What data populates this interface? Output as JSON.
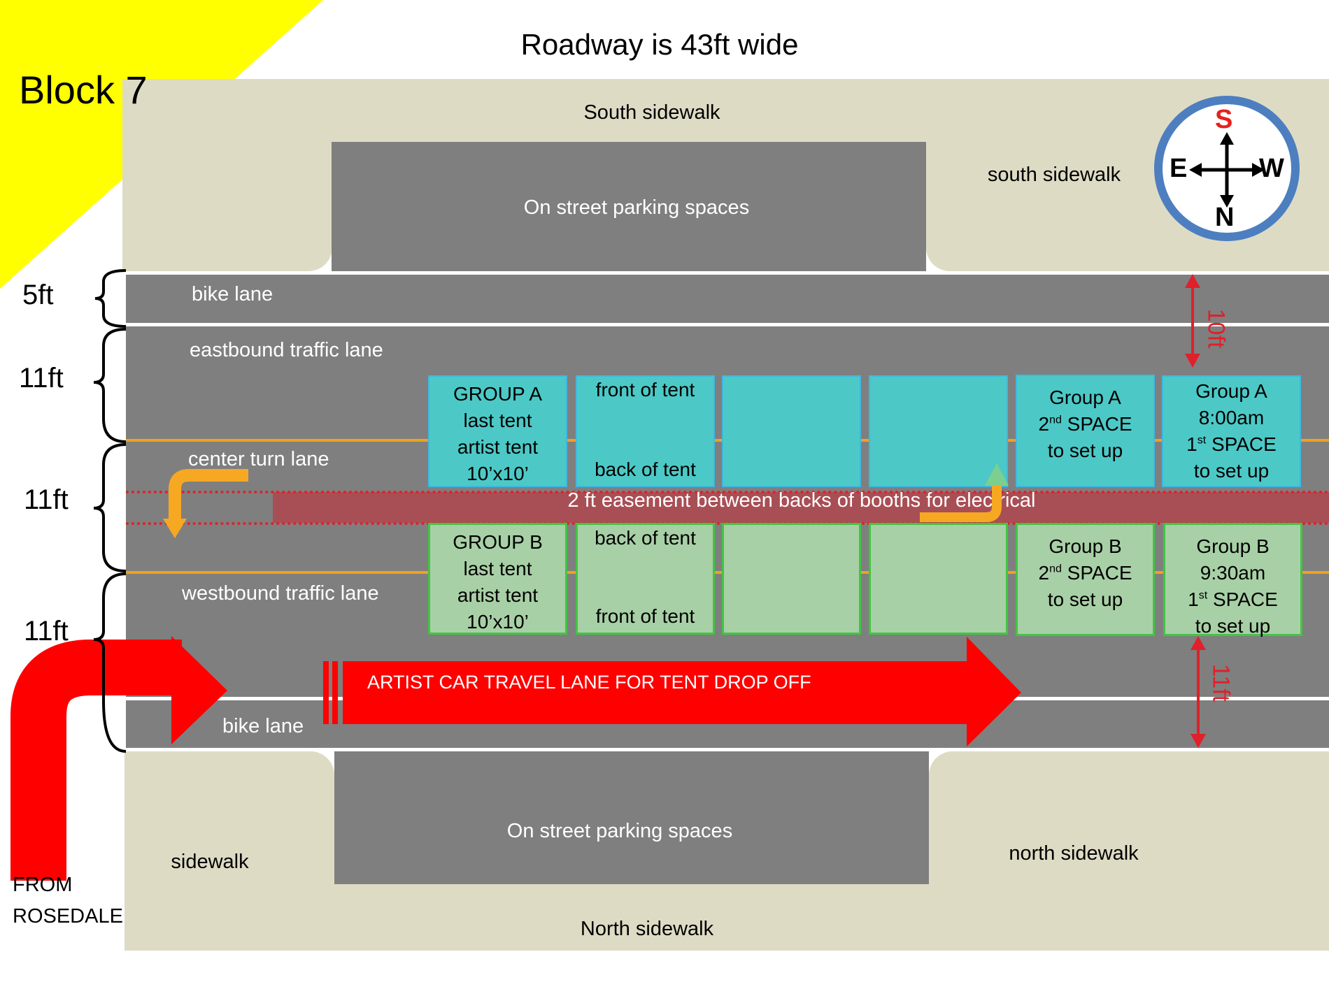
{
  "title": "Roadway is 43ft wide",
  "block_label": "Block 7",
  "sidewalks": {
    "south_center": "South sidewalk",
    "south_right": "south sidewalk",
    "north_left": "sidewalk",
    "north_right": "north sidewalk",
    "north_center": "North sidewalk"
  },
  "parking": {
    "top": "On street parking spaces",
    "bottom": "On street parking spaces"
  },
  "lanes": {
    "bike_top": "bike lane",
    "eastbound": "eastbound traffic lane",
    "center_turn": "center turn lane",
    "westbound": "westbound traffic lane",
    "bike_bottom": "bike lane"
  },
  "widths": [
    "5ft",
    "11ft",
    "11ft",
    "11ft"
  ],
  "easement": "2 ft easement between backs of booths for electrical",
  "car_lane": "ARTIST CAR TRAVEL LANE FOR TENT DROP OFF",
  "from_label": {
    "line1": "FROM",
    "line2": "ROSEDALE"
  },
  "dimension_top": "10ft",
  "dimension_bottom": "11ft",
  "compass": {
    "n": "N",
    "s": "S",
    "e": "E",
    "w": "W"
  },
  "group_a": {
    "last": {
      "l1": "GROUP A",
      "l2": "last tent",
      "l3": "artist tent",
      "l4": "10’x10’"
    },
    "front_label": "front of tent",
    "back_label": "back of tent",
    "second": {
      "l1": "Group A",
      "l2a": "2",
      "l2sup": "nd",
      "l2b": " SPACE",
      "l3": "to set up"
    },
    "first": {
      "l1": "Group A",
      "l2": "8:00am",
      "l3a": "1",
      "l3sup": "st",
      "l3b": " SPACE",
      "l4": "to set up"
    }
  },
  "group_b": {
    "last": {
      "l1": "GROUP B",
      "l2": "last tent",
      "l3": "artist tent",
      "l4": "10’x10’"
    },
    "back_label": "back of tent",
    "front_label": "front of tent",
    "second": {
      "l1": "Group B",
      "l2a": "2",
      "l2sup": "nd",
      "l2b": " SPACE",
      "l3": "to set up"
    },
    "first": {
      "l1": "Group B",
      "l2": "9:30am",
      "l3a": "1",
      "l3sup": "st",
      "l3b": " SPACE",
      "l4": "to set up"
    }
  },
  "colors": {
    "road": "#7f7f7f",
    "sidewalk": "#dedbc5",
    "group_a": "#4cc9c6",
    "group_b": "#a8d0a6",
    "easement": "#a84f55",
    "arrow": "#ff0000",
    "turn_arrow": "#f7a823",
    "block_flag": "#ffff00"
  }
}
